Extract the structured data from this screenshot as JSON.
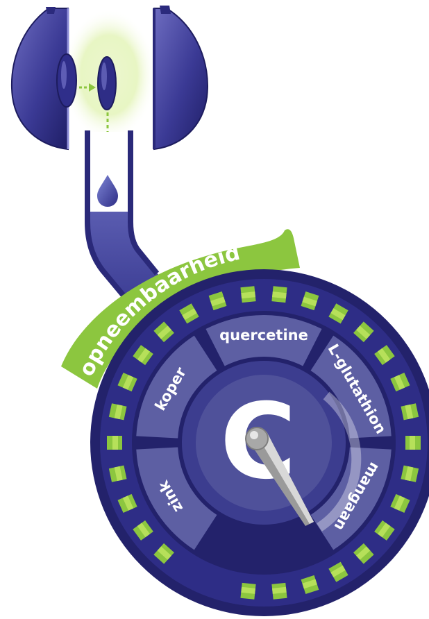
{
  "banner_label": "opneembaarheid",
  "center_letter": "C",
  "segments": [
    {
      "label": "quercetine",
      "mid_deg": -90
    },
    {
      "label": "L-glutathion",
      "mid_deg": -30
    },
    {
      "label": "mangaan",
      "mid_deg": 30
    },
    {
      "label": "zink",
      "mid_deg": 150
    },
    {
      "label": "koper",
      "mid_deg": 210
    }
  ],
  "colors": {
    "dark_navy": "#23226b",
    "navy": "#2e2d86",
    "segment": "#5d5fa3",
    "inner": "#4f519a",
    "green": "#8cc63f",
    "light_green": "#b6e05a",
    "glow": "#e2f3b5"
  }
}
